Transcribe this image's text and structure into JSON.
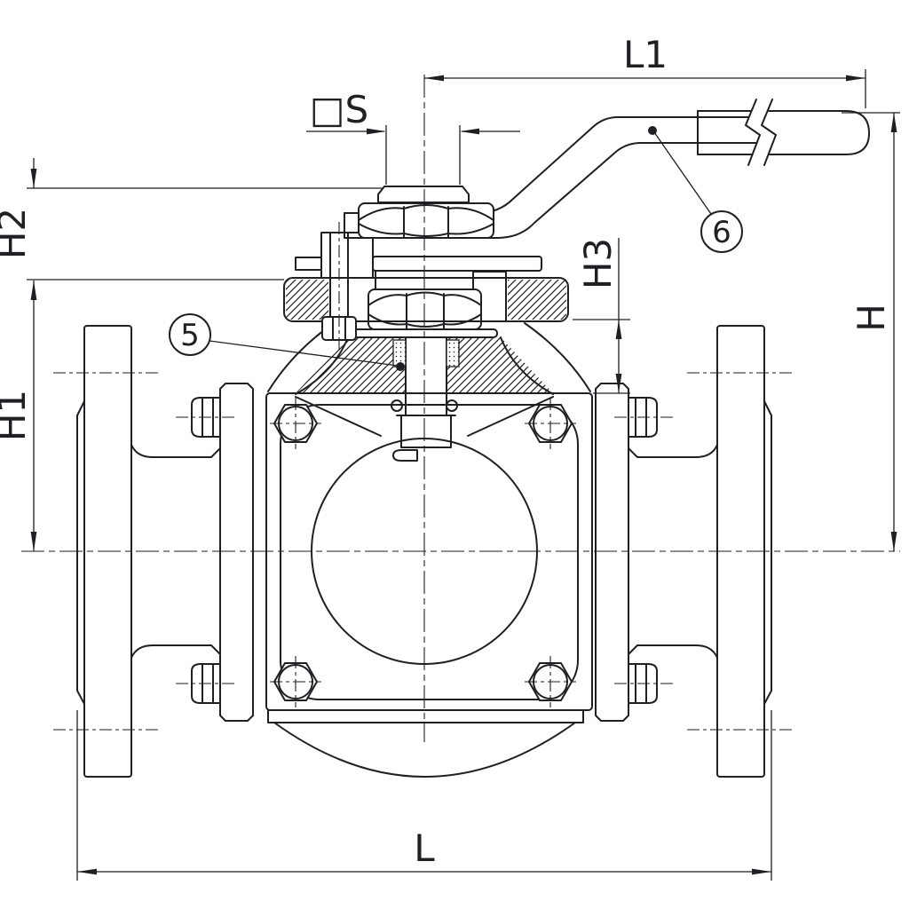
{
  "drawing": {
    "kind": "technical-drawing",
    "subject": "Flanged ball valve, front section view with dimensions",
    "background_color": "#ffffff",
    "line_color": "#1f1f24"
  },
  "dimensions": {
    "l1": "L1",
    "s": "□S",
    "h2": "H2",
    "h1": "H1",
    "h3": "H3",
    "h": "H",
    "l": "L"
  },
  "callouts": [
    {
      "number": "5"
    },
    {
      "number": "6"
    }
  ]
}
